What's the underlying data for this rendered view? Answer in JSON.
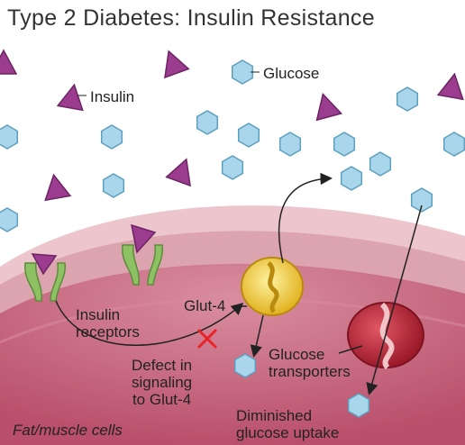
{
  "title": "Type 2 Diabetes: Insulin Resistance",
  "labels": {
    "glucose": "Glucose",
    "insulin": "Insulin",
    "glut4": "Glut-4",
    "insulin_receptors": [
      "Insulin",
      "receptors"
    ],
    "defect": [
      "Defect in",
      "signaling",
      "to Glut-4"
    ],
    "glucose_transporters": [
      "Glucose",
      "transporters"
    ],
    "diminished": [
      "Diminished",
      "glucose uptake"
    ],
    "cells": "Fat/muscle cells"
  },
  "colors": {
    "insulin": "#9b3c8e",
    "glucose": "#a9d6ea",
    "glut4": "#f0c93a",
    "transporter": "#b32634",
    "receptor": "#8dc163",
    "membrane": "#e2b4bc",
    "cell_interior": "#c45f76",
    "defect_x": "#e8232a"
  }
}
